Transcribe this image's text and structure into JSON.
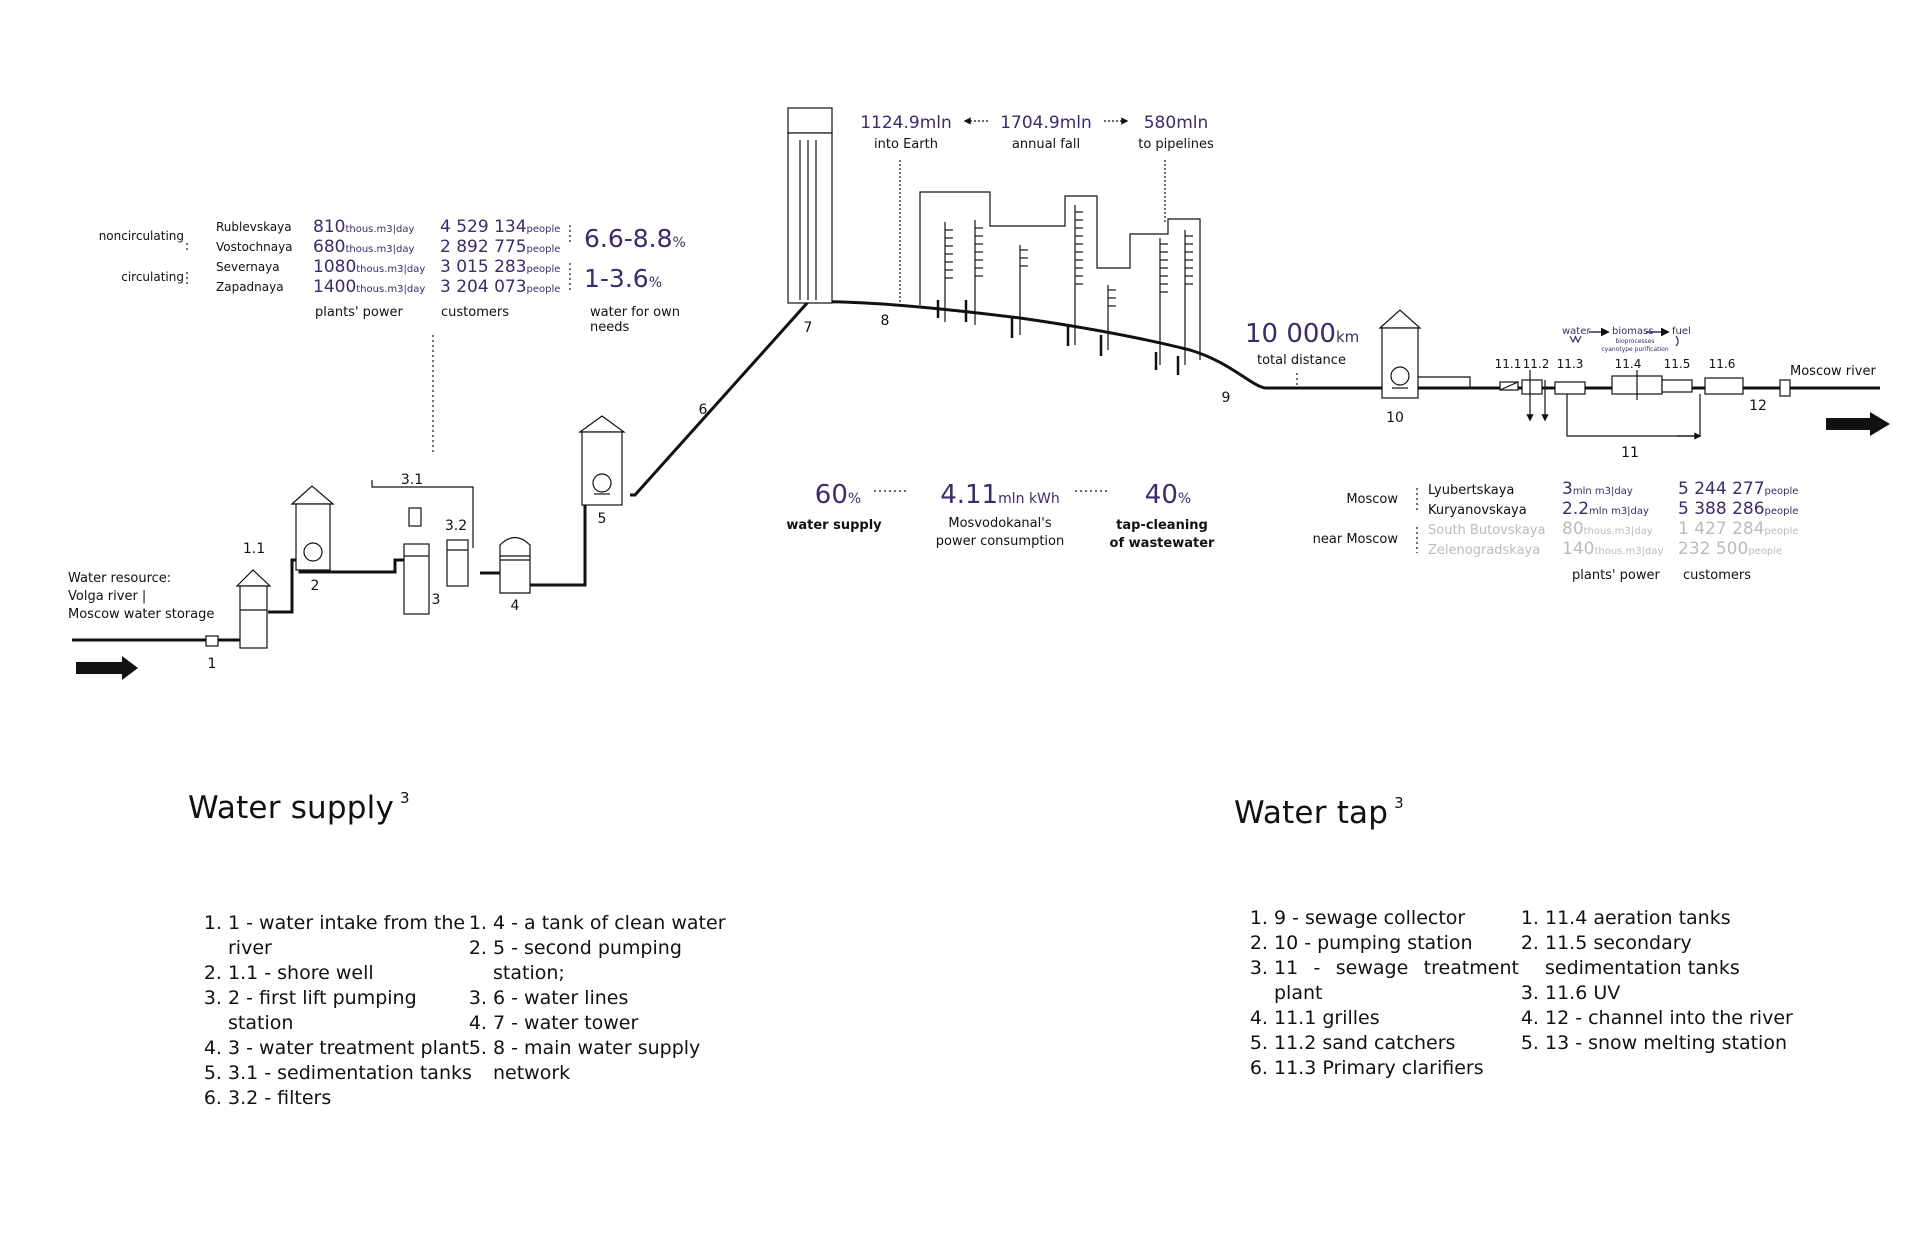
{
  "colors": {
    "accent": "#3d2a6b",
    "ink": "#111111",
    "muted": "#bbbbbb"
  },
  "diagram": {
    "source": [
      "Water resource:",
      "Volga river |",
      "Moscow water storage"
    ],
    "exit": "Moscow river",
    "nodes": {
      "n1": "1",
      "n1_1": "1.1",
      "n2": "2",
      "n3": "3",
      "n3_1": "3.1",
      "n3_2": "3.2",
      "n4": "4",
      "n5": "5",
      "n6": "6",
      "n7": "7",
      "n8": "8",
      "n9": "9",
      "n10": "10",
      "n11": "11",
      "n11_1": "11.1",
      "n11_2": "11.2",
      "n11_3": "11.3",
      "n11_4": "11.4",
      "n11_5": "11.5",
      "n11_6": "11.6",
      "n12": "12"
    },
    "supply_plants": {
      "groups": [
        "noncirculating",
        "circulating"
      ],
      "rows": [
        {
          "name": "Rublevskaya",
          "power": "810",
          "power_unit": "thous.m3|day",
          "customers": "4 529 134",
          "cust_unit": "people"
        },
        {
          "name": "Vostochnaya",
          "power": "680",
          "power_unit": "thous.m3|day",
          "customers": "2 892 775",
          "cust_unit": "people"
        },
        {
          "name": "Severnaya",
          "power": "1080",
          "power_unit": "thous.m3|day",
          "customers": "3 015 283",
          "cust_unit": "people"
        },
        {
          "name": "Zapadnaya",
          "power": "1400",
          "power_unit": "thous.m3|day",
          "customers": "3 204 073",
          "cust_unit": "people"
        }
      ],
      "own_needs": [
        {
          "value": "6.6-8.8",
          "unit": "%"
        },
        {
          "value": "1-3.6",
          "unit": "%"
        }
      ],
      "labels": {
        "power": "plants' power",
        "customers": "customers",
        "own_needs": [
          "water for own",
          "needs"
        ]
      }
    },
    "rainfall": {
      "into_earth": {
        "value": "1124.9",
        "unit": "mln",
        "label": "into Earth"
      },
      "annual_fall": {
        "value": "1704.9",
        "unit": "mln",
        "label": "annual fall"
      },
      "to_pipelines": {
        "value": "580",
        "unit": "mln",
        "label": "to pipelines"
      }
    },
    "distance": {
      "value": "10 000",
      "unit": "km",
      "label": "total distance"
    },
    "energy": {
      "supply": {
        "value": "60",
        "unit": "%",
        "label": "water supply"
      },
      "total": {
        "value": "4.11",
        "unit": "mln kWh",
        "label": [
          "Mosvodokanal's",
          "power consumption"
        ]
      },
      "tap": {
        "value": "40",
        "unit": "%",
        "label": [
          "tap-cleaning",
          "of wastewater"
        ]
      }
    },
    "biomass": {
      "water": "water",
      "biomass": "biomass",
      "fuel": "fuel",
      "sub": [
        "bioprocesses",
        "cyanotype purification"
      ]
    },
    "tap_plants": {
      "groups": [
        "Moscow",
        "near Moscow"
      ],
      "rows": [
        {
          "name": "Lyubertskaya",
          "power": "3",
          "power_unit": "mln m3|day",
          "customers": "5 244 277",
          "cust_unit": "people",
          "muted": false
        },
        {
          "name": "Kuryanovskaya",
          "power": "2.2",
          "power_unit": "mln m3|day",
          "customers": "5 388 286",
          "cust_unit": "people",
          "muted": false
        },
        {
          "name": "South Butovskaya",
          "power": "80",
          "power_unit": "thous.m3|day",
          "customers": "1 427 284",
          "cust_unit": "people",
          "muted": true
        },
        {
          "name": "Zelenogradskaya",
          "power": "140",
          "power_unit": "thous.m3|day",
          "customers": "232 500",
          "cust_unit": "people",
          "muted": true
        }
      ],
      "labels": {
        "power": "plants' power",
        "customers": "customers"
      }
    }
  },
  "water_supply": {
    "title": "Water supply",
    "sup": "3",
    "col1": [
      "1 - water intake from the river",
      "1.1 - shore well",
      "2 - first lift pumping station",
      "3 - water treatment plant",
      "3.1 - sedimentation tanks",
      "3.2 - filters"
    ],
    "col2": [
      "4 - a tank of clean water",
      "5 - second pumping station;",
      "6 - water lines",
      "7 - water tower",
      "8 - main water supply network"
    ]
  },
  "water_tap": {
    "title": "Water tap",
    "sup": "3",
    "col1": [
      "9 - sewage collector",
      "10 - pumping station",
      "11 - sewage treatment plant",
      "11.1 grilles",
      "11.2 sand catchers",
      "11.3 Primary clarifiers"
    ],
    "col2": [
      "11.4 aeration tanks",
      "11.5 secondary sedimentation tanks",
      "11.6 UV",
      "12 - channel into the river",
      "13 - snow melting station"
    ]
  }
}
